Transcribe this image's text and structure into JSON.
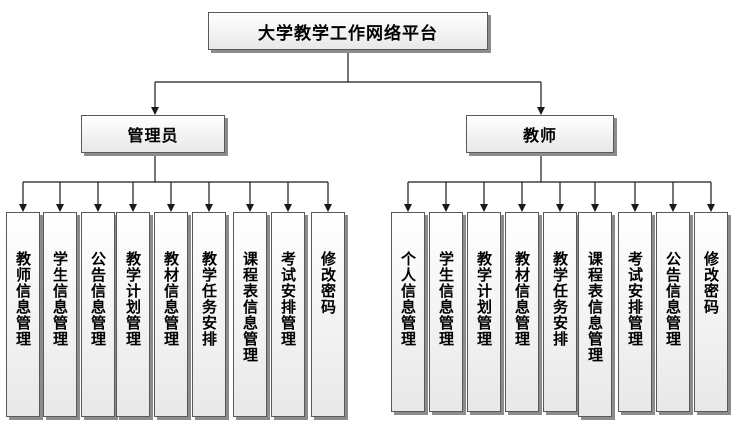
{
  "title": "大学教学工作网络平台",
  "admin": {
    "label": "管理员",
    "modules": [
      "教师信息管理",
      "学生信息管理",
      "公告信息管理",
      "教学计划管理",
      "教材信息管理",
      "教学任务安排",
      "课程表信息管理",
      "考试安排管理",
      "修改密码"
    ]
  },
  "teacher": {
    "label": "教师",
    "modules": [
      "个人信息管理",
      "学生信息管理",
      "教学计划管理",
      "教材信息管理",
      "教学任务安排",
      "课程表信息管理",
      "考试安排管理",
      "公告信息管理",
      "修改密码"
    ]
  },
  "colors": {
    "line": "#1a1a1a",
    "box_border": "#595959",
    "box_shadow": "#8c8c8c",
    "box_fill": "#ffffff"
  }
}
